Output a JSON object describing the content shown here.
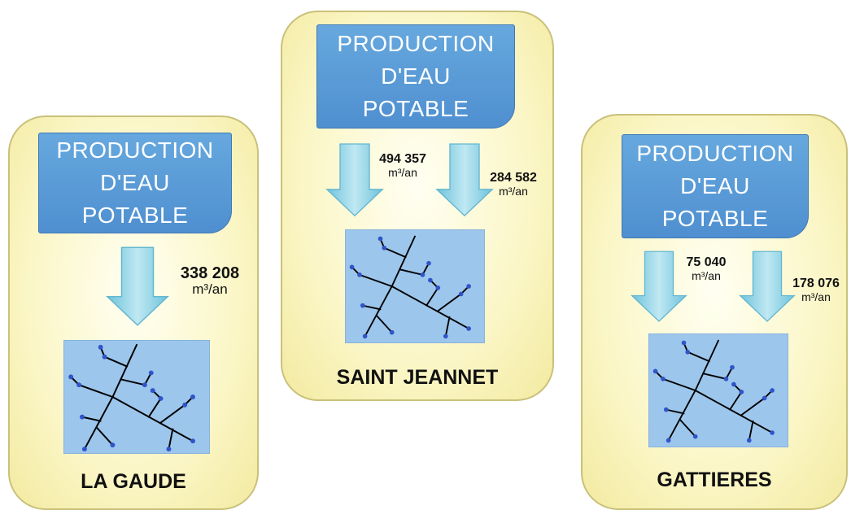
{
  "production_label": "PRODUCTION\nD'EAU\nPOTABLE",
  "communes": {
    "la_gaude": {
      "name": "LA GAUDE",
      "volumes": [
        {
          "value": "338 208",
          "unit": "m³/an"
        }
      ]
    },
    "saint_jeannet": {
      "name": "SAINT JEANNET",
      "volumes": [
        {
          "value": "494 357",
          "unit": "m³/an"
        },
        {
          "value": "284 582",
          "unit": "m³/an"
        }
      ]
    },
    "gattieres": {
      "name": "GATTIERES",
      "volumes": [
        {
          "value": "75 040",
          "unit": "m³/an"
        },
        {
          "value": "178 076",
          "unit": "m³/an"
        }
      ]
    }
  },
  "colors": {
    "panel": "#fbf6c6",
    "production_box": "#5b9bd5",
    "network_box": "#9cc6ec",
    "pipe": "#000000",
    "node": "#2f55c8"
  }
}
